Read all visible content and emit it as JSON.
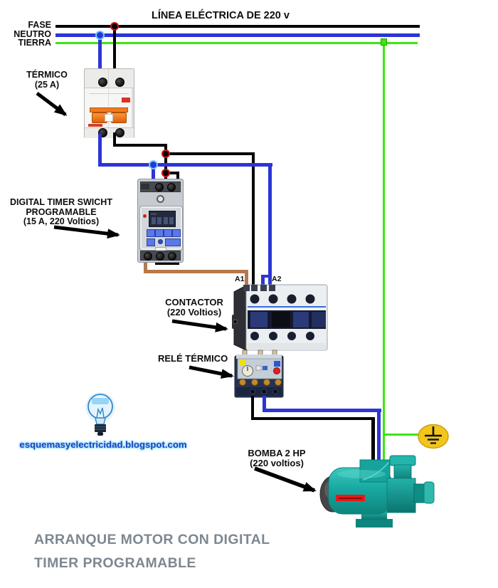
{
  "header": {
    "title": "LÍNEA ELÉCTRICA DE 220 v"
  },
  "bus": {
    "fase_label": "FASE",
    "neutro_label": "NEUTRO",
    "tierra_label": "TIERRA"
  },
  "components": {
    "termico": {
      "name": "TÉRMICO",
      "rating": "(25 A)"
    },
    "timer": {
      "name_line1": "DIGITAL TIMER SWICHT",
      "name_line2": "PROGRAMABLE",
      "rating": "(15 A, 220 Voltios)"
    },
    "contactor": {
      "name": "CONTACTOR",
      "rating": "(220 Voltios)",
      "terminal_a1": "A1",
      "terminal_a2": "A2"
    },
    "relay": {
      "name": "RELÉ TÉRMICO"
    },
    "bomba": {
      "name": "BOMBA 2 HP",
      "rating": "(220 voltios)"
    }
  },
  "watermark": {
    "url": "esquemasyelectricidad.blogspot.com"
  },
  "footer": {
    "line1": "ARRANQUE MOTOR CON DIGITAL",
    "line2": "TIMER PROGRAMABLE"
  },
  "colors": {
    "fase_wire": "#000000",
    "neutro_wire": "#2c35d6",
    "tierra_wire": "#3ce60c",
    "timer_output_wire": "#b5794e",
    "pump_body": "#17a9a1",
    "ground_symbol": "#f2c51d",
    "breaker_toggle": "#f07a20",
    "footer_text": "#7d8791",
    "watermark_text": "#1c3fb8"
  }
}
